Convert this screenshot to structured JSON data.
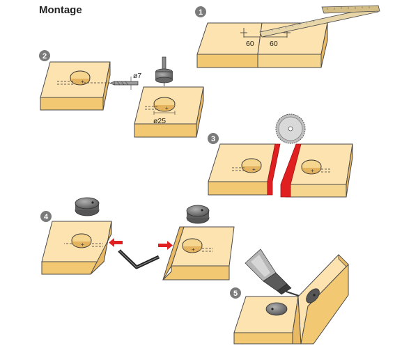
{
  "title": "Montage",
  "steps": {
    "s1": "1",
    "s2": "2",
    "s3": "3",
    "s4": "4",
    "s5": "5"
  },
  "dimensions": {
    "left_distance": "60",
    "right_distance": "60",
    "drill_diameter": "ø7",
    "bore_diameter": "ø25"
  },
  "colors": {
    "wood_top": "#fce3b0",
    "wood_side": "#f2c873",
    "wood_front": "#f6d58e",
    "outline": "#4a4a4a",
    "accent_red": "#e02020",
    "metal_dark": "#6a6a6a",
    "metal_light": "#9a9a9a",
    "badge": "#7a7a7a"
  },
  "icons": [
    "ruler-icon",
    "drill-bit-icon",
    "forstner-bit-icon",
    "saw-blade-icon",
    "connector-icon",
    "allen-key-icon",
    "power-drill-icon",
    "arrow-icon"
  ]
}
